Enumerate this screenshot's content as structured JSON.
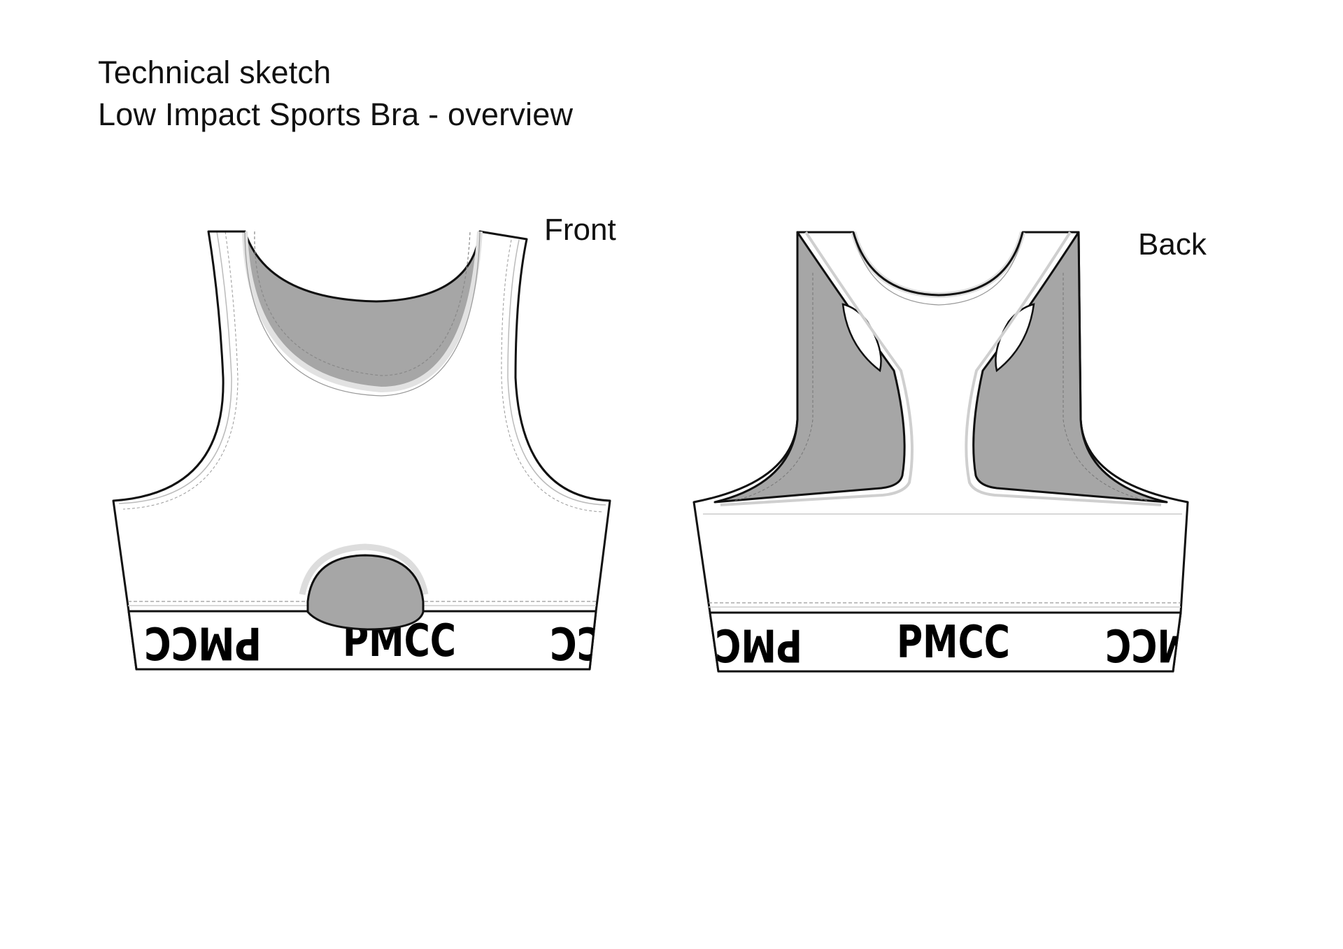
{
  "header": {
    "line1": "Technical sketch",
    "line2": "Low Impact Sports Bra  - overview"
  },
  "views": {
    "front_label": "Front",
    "back_label": "Back"
  },
  "band": {
    "logo_text": "PMCC"
  },
  "colors": {
    "outline": "#111111",
    "fill": "#ffffff",
    "lining": "#a6a6a6",
    "binding": "#f0f0f0",
    "stitch": "#888888"
  }
}
